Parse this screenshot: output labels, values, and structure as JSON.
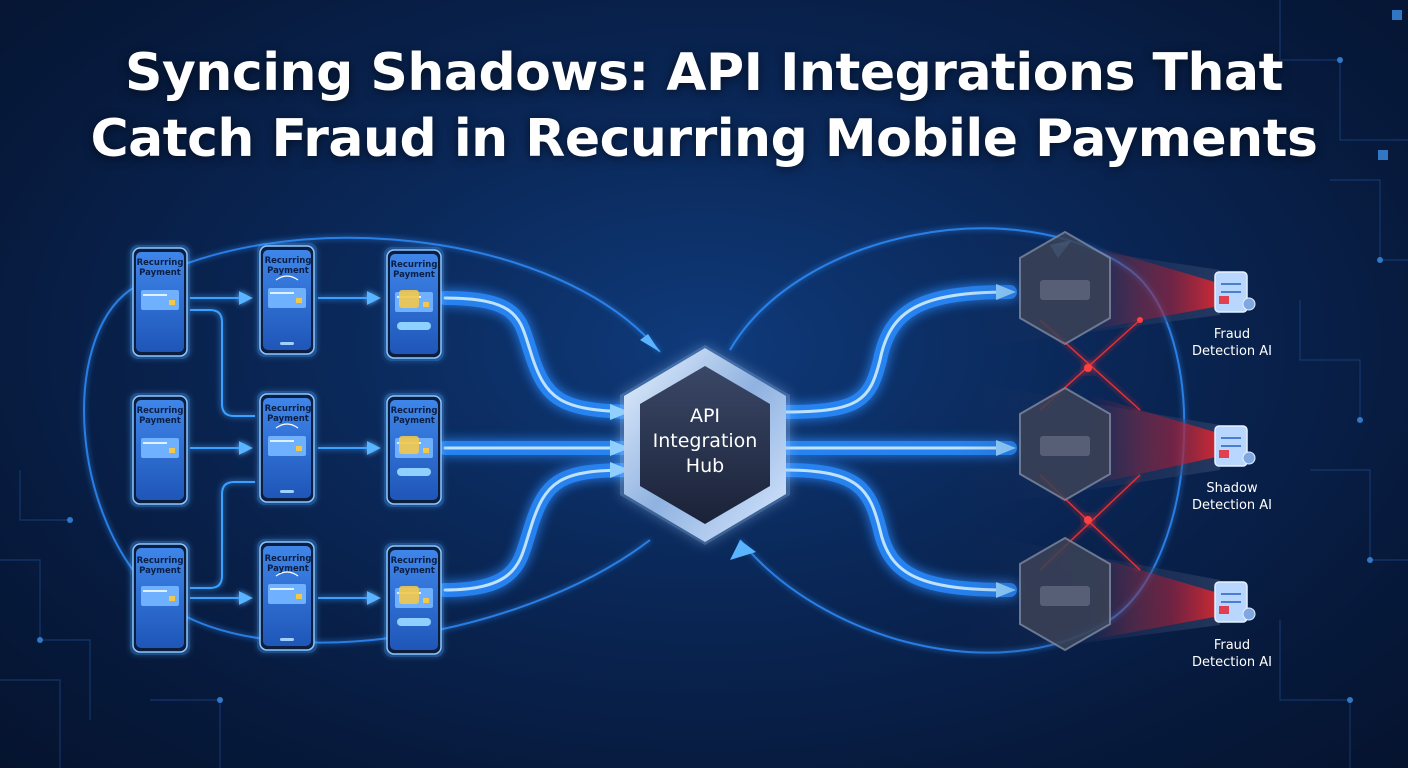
{
  "title": {
    "line1": "Syncing Shadows: API Integrations That",
    "line2": "Catch Fraud in Recurring Mobile Payments"
  },
  "hub": {
    "line1": "API",
    "line2": "Integration",
    "line3": "Hub"
  },
  "phones": {
    "r1c1": [
      "Recurring",
      "Payment"
    ],
    "r1c2": [
      "Recurring",
      "Payment"
    ],
    "r1c3": [
      "Recurring",
      "Payment"
    ],
    "r2c1": [
      "Recurring",
      "Payment"
    ],
    "r2c2": [
      "Recurring",
      "Payment"
    ],
    "r2c3": [
      "Recurring",
      "Payment"
    ],
    "r3c1": [
      "Recurring",
      "Payment"
    ],
    "r3c2": [
      "Recurring",
      "Payment"
    ],
    "r3c3": [
      "Recurring",
      "Payment"
    ]
  },
  "detectors": [
    {
      "line1": "Fraud",
      "line2": "Detection AI"
    },
    {
      "line1": "Shadow",
      "line2": "Detection AI"
    },
    {
      "line1": "Fraud",
      "line2": "Detection AI"
    }
  ],
  "colors": {
    "background": "#0a2757",
    "flow": "#3aa0ff",
    "flow_glow": "#7cc4ff",
    "alert": "#ff2a2a",
    "phone_screen": "#2f6fd6",
    "hub_face": "#27324a"
  }
}
